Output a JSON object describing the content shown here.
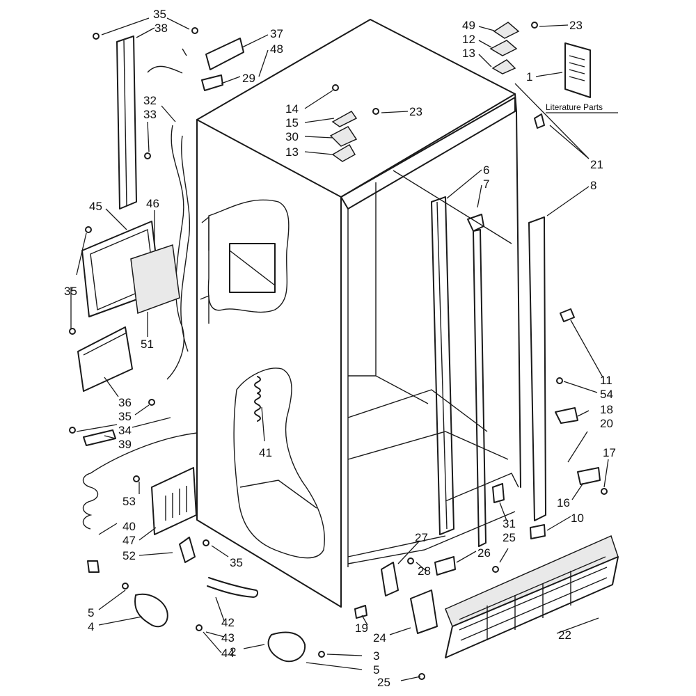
{
  "diagram": {
    "literature_label": "Literature Parts",
    "callouts": [
      {
        "id": "c35a",
        "text": "35"
      },
      {
        "id": "c38",
        "text": "38"
      },
      {
        "id": "c37",
        "text": "37"
      },
      {
        "id": "c48",
        "text": "48"
      },
      {
        "id": "c29",
        "text": "29"
      },
      {
        "id": "c32",
        "text": "32"
      },
      {
        "id": "c33",
        "text": "33"
      },
      {
        "id": "c45",
        "text": "45"
      },
      {
        "id": "c46",
        "text": "46"
      },
      {
        "id": "c35b",
        "text": "35"
      },
      {
        "id": "c51",
        "text": "51"
      },
      {
        "id": "c36",
        "text": "36"
      },
      {
        "id": "c35c",
        "text": "35"
      },
      {
        "id": "c34",
        "text": "34"
      },
      {
        "id": "c39",
        "text": "39"
      },
      {
        "id": "c41",
        "text": "41"
      },
      {
        "id": "c53",
        "text": "53"
      },
      {
        "id": "c40",
        "text": "40"
      },
      {
        "id": "c47",
        "text": "47"
      },
      {
        "id": "c52",
        "text": "52"
      },
      {
        "id": "c35d",
        "text": "35"
      },
      {
        "id": "c5a",
        "text": "5"
      },
      {
        "id": "c4",
        "text": "4"
      },
      {
        "id": "c42",
        "text": "42"
      },
      {
        "id": "c43",
        "text": "43"
      },
      {
        "id": "c44",
        "text": "44"
      },
      {
        "id": "c2",
        "text": "2"
      },
      {
        "id": "c3",
        "text": "3"
      },
      {
        "id": "c5b",
        "text": "5"
      },
      {
        "id": "c25a",
        "text": "25"
      },
      {
        "id": "c19",
        "text": "19"
      },
      {
        "id": "c24",
        "text": "24"
      },
      {
        "id": "c27",
        "text": "27"
      },
      {
        "id": "c28",
        "text": "28"
      },
      {
        "id": "c26",
        "text": "26"
      },
      {
        "id": "c31",
        "text": "31"
      },
      {
        "id": "c25b",
        "text": "25"
      },
      {
        "id": "c22",
        "text": "22"
      },
      {
        "id": "c10",
        "text": "10"
      },
      {
        "id": "c16",
        "text": "16"
      },
      {
        "id": "c17",
        "text": "17"
      },
      {
        "id": "c20",
        "text": "20"
      },
      {
        "id": "c18",
        "text": "18"
      },
      {
        "id": "c54",
        "text": "54"
      },
      {
        "id": "c11",
        "text": "11"
      },
      {
        "id": "c8",
        "text": "8"
      },
      {
        "id": "c6",
        "text": "6"
      },
      {
        "id": "c7",
        "text": "7"
      },
      {
        "id": "c21",
        "text": "21"
      },
      {
        "id": "c14",
        "text": "14"
      },
      {
        "id": "c15",
        "text": "15"
      },
      {
        "id": "c30",
        "text": "30"
      },
      {
        "id": "c13a",
        "text": "13"
      },
      {
        "id": "c23a",
        "text": "23"
      },
      {
        "id": "c49",
        "text": "49"
      },
      {
        "id": "c12",
        "text": "12"
      },
      {
        "id": "c13b",
        "text": "13"
      },
      {
        "id": "c23b",
        "text": "23"
      },
      {
        "id": "c1",
        "text": "1"
      }
    ]
  }
}
